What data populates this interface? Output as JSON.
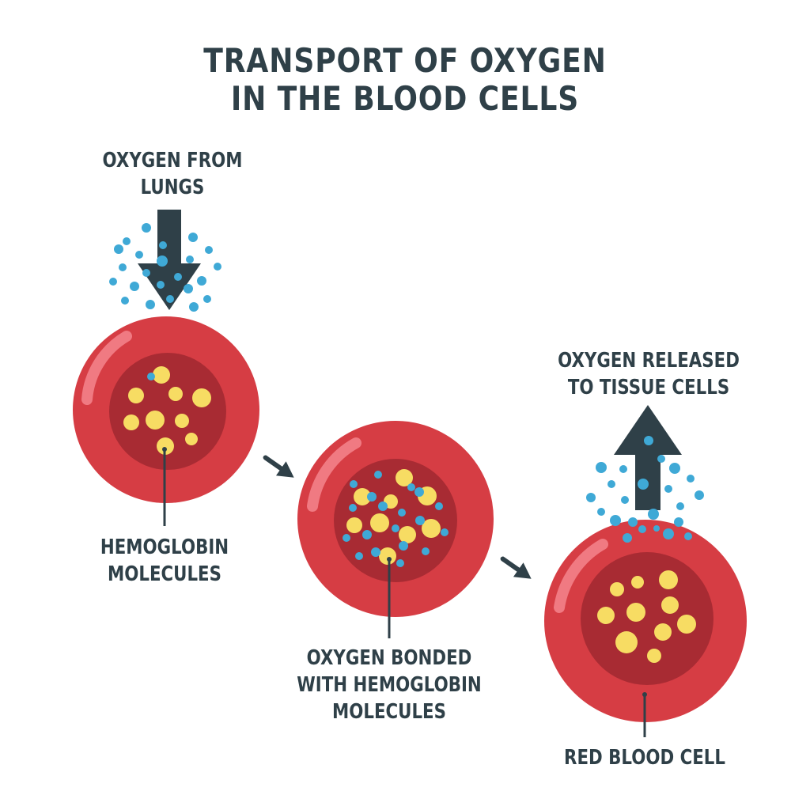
{
  "title": {
    "line1": "TRANSPORT OF OXYGEN",
    "line2": "IN THE BLOOD CELLS"
  },
  "labels": {
    "oxygen_from_lungs": [
      "OXYGEN FROM",
      "LUNGS"
    ],
    "hemoglobin_molecules": [
      "HEMOGLOBIN",
      "MOLECULES"
    ],
    "oxygen_bonded": [
      "OXYGEN BONDED",
      "WITH HEMOGLOBIN",
      "MOLECULES"
    ],
    "oxygen_released": [
      "OXYGEN RELEASED",
      "TO TISSUE CELLS"
    ],
    "red_blood_cell": "RED BLOOD CELL"
  },
  "colors": {
    "text": "#2f4048",
    "arrow": "#2f4048",
    "cell_outer": "#d63d44",
    "cell_inner": "#a82b33",
    "cell_highlight": "#f07a82",
    "hemoglobin": "#f7dc63",
    "oxygen": "#3fa9d6"
  }
}
